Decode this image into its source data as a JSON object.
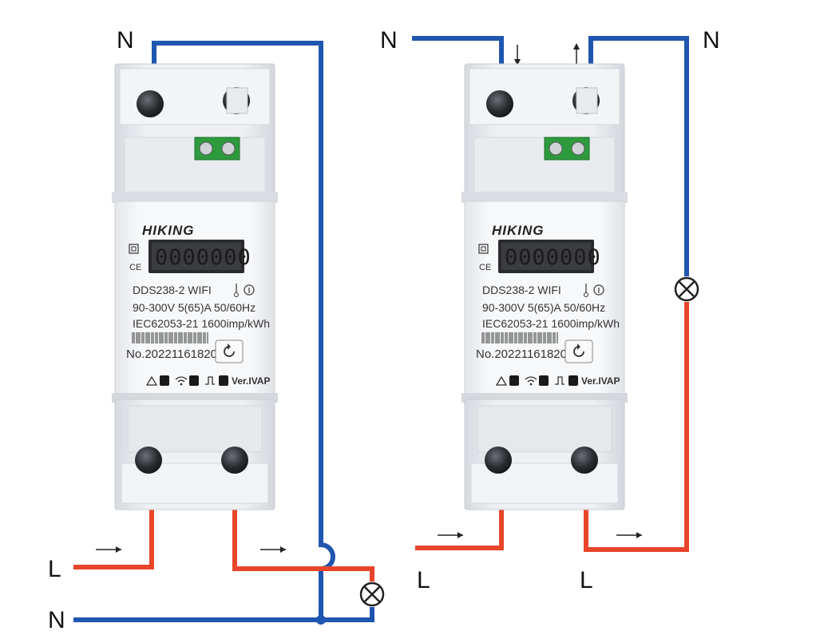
{
  "wiring": {
    "left": {
      "top_n_label": "N",
      "bottom_l_label": "L",
      "bottom_n_label": "N"
    },
    "right": {
      "top_n_left_label": "N",
      "top_n_right_label": "N",
      "bottom_l_left_label": "L",
      "bottom_l_right_label": "L"
    }
  },
  "meters": [
    {
      "brand": "HIKING",
      "display": "0000000",
      "model": "DDS238-2 WIFI",
      "ce_mark": "CE",
      "spec_line1": "90-300V 5(65)A  50/60Hz",
      "spec_line2": "IEC62053-21  1600imp/kWh",
      "serial": "No.202211618207",
      "version": "Ver.IVAP",
      "reset_icon": "refresh-icon",
      "status_icons": [
        "warning-icon",
        "wifi-icon",
        "pulse-icon"
      ]
    },
    {
      "brand": "HIKING",
      "display": "0000000",
      "model": "DDS238-2 WIFI",
      "ce_mark": "CE",
      "spec_line1": "90-300V 5(65)A  50/60Hz",
      "spec_line2": "IEC62053-21  1600imp/kWh",
      "serial": "No.202211618207",
      "version": "Ver.IVAP",
      "reset_icon": "refresh-icon",
      "status_icons": [
        "warning-icon",
        "wifi-icon",
        "pulse-icon"
      ]
    }
  ],
  "colors": {
    "neutral_wire": "#1f56b0",
    "live_wire": "#e8452a",
    "terminal_block": "#2e9a3e"
  }
}
